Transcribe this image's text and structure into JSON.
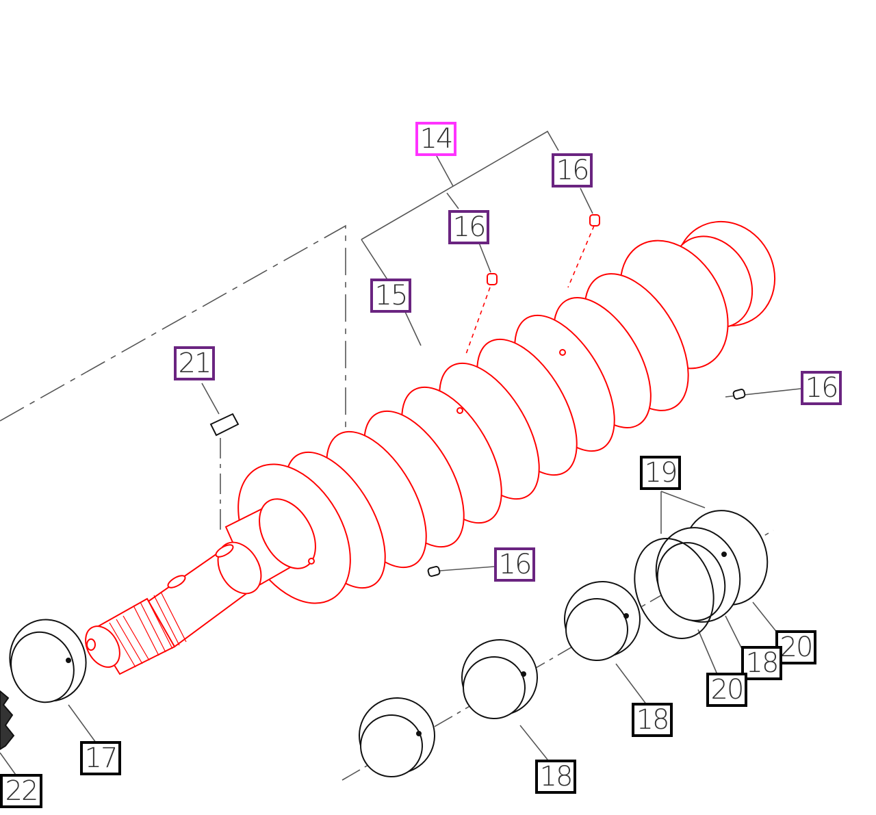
{
  "callouts": [
    {
      "id": "c14",
      "label": "14",
      "variant": "highlighted",
      "color": "#ff33ff"
    },
    {
      "id": "c16a",
      "label": "16",
      "variant": "selected",
      "color": "#6a2480"
    },
    {
      "id": "c16b",
      "label": "16",
      "variant": "selected",
      "color": "#6a2480"
    },
    {
      "id": "c15",
      "label": "15",
      "variant": "selected",
      "color": "#6a2480"
    },
    {
      "id": "c21",
      "label": "21",
      "variant": "selected",
      "color": "#6a2480"
    },
    {
      "id": "c16c",
      "label": "16",
      "variant": "selected",
      "color": "#6a2480"
    },
    {
      "id": "c16d",
      "label": "16",
      "variant": "selected",
      "color": "#6a2480"
    },
    {
      "id": "c19",
      "label": "19",
      "variant": "normal",
      "color": "#000000"
    },
    {
      "id": "c20a",
      "label": "20",
      "variant": "normal",
      "color": "#000000"
    },
    {
      "id": "c18a",
      "label": "18",
      "variant": "normal",
      "color": "#000000"
    },
    {
      "id": "c20b",
      "label": "20",
      "variant": "normal",
      "color": "#000000"
    },
    {
      "id": "c18b",
      "label": "18",
      "variant": "normal",
      "color": "#000000"
    },
    {
      "id": "c18c",
      "label": "18",
      "variant": "normal",
      "color": "#000000"
    },
    {
      "id": "c17",
      "label": "17",
      "variant": "normal",
      "color": "#000000"
    },
    {
      "id": "c22",
      "label": "22",
      "variant": "normal",
      "color": "#000000"
    }
  ],
  "colors": {
    "highlight_part": "#ff0000",
    "line_art": "#111111",
    "leader": "#555555"
  }
}
